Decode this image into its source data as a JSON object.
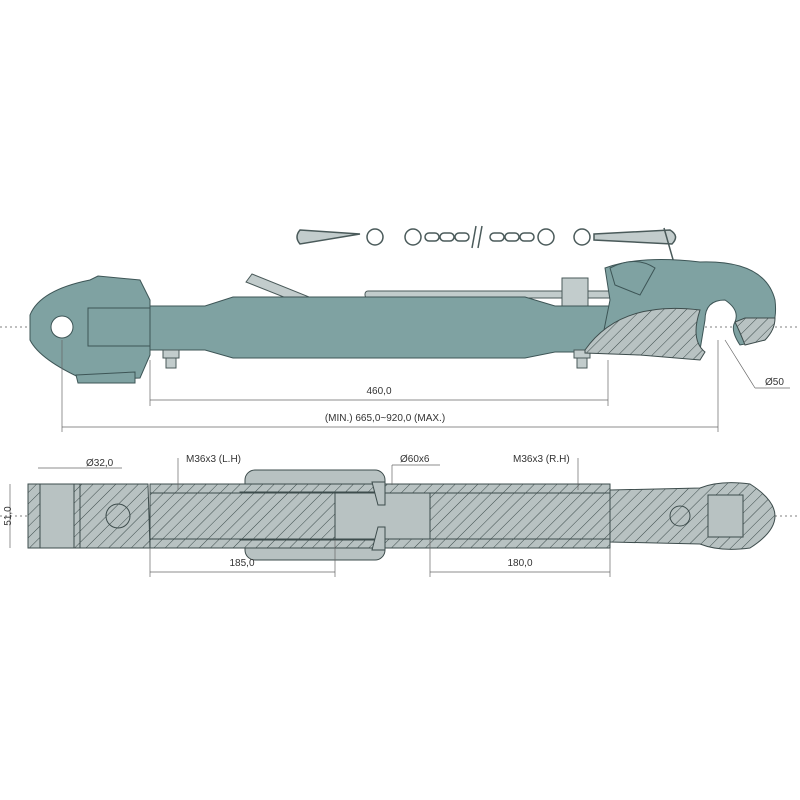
{
  "top_view": {
    "dim_body_length": "460,0",
    "dim_total_length": "(MIN.) 665,0~920,0 (MAX.)",
    "dim_hook_diameter": "Ø50"
  },
  "section_view": {
    "dim_eye_diameter": "Ø32,0",
    "dim_eye_width": "51,0",
    "thread_left": "M36x3 (L.H)",
    "tube_diameter": "Ø60x6",
    "thread_right": "M36x3 (R.H)",
    "dim_thread_left_length": "185,0",
    "dim_thread_right_length": "180,0"
  },
  "colors": {
    "body": "#7fa2a2",
    "section": "#b8c2c2"
  }
}
